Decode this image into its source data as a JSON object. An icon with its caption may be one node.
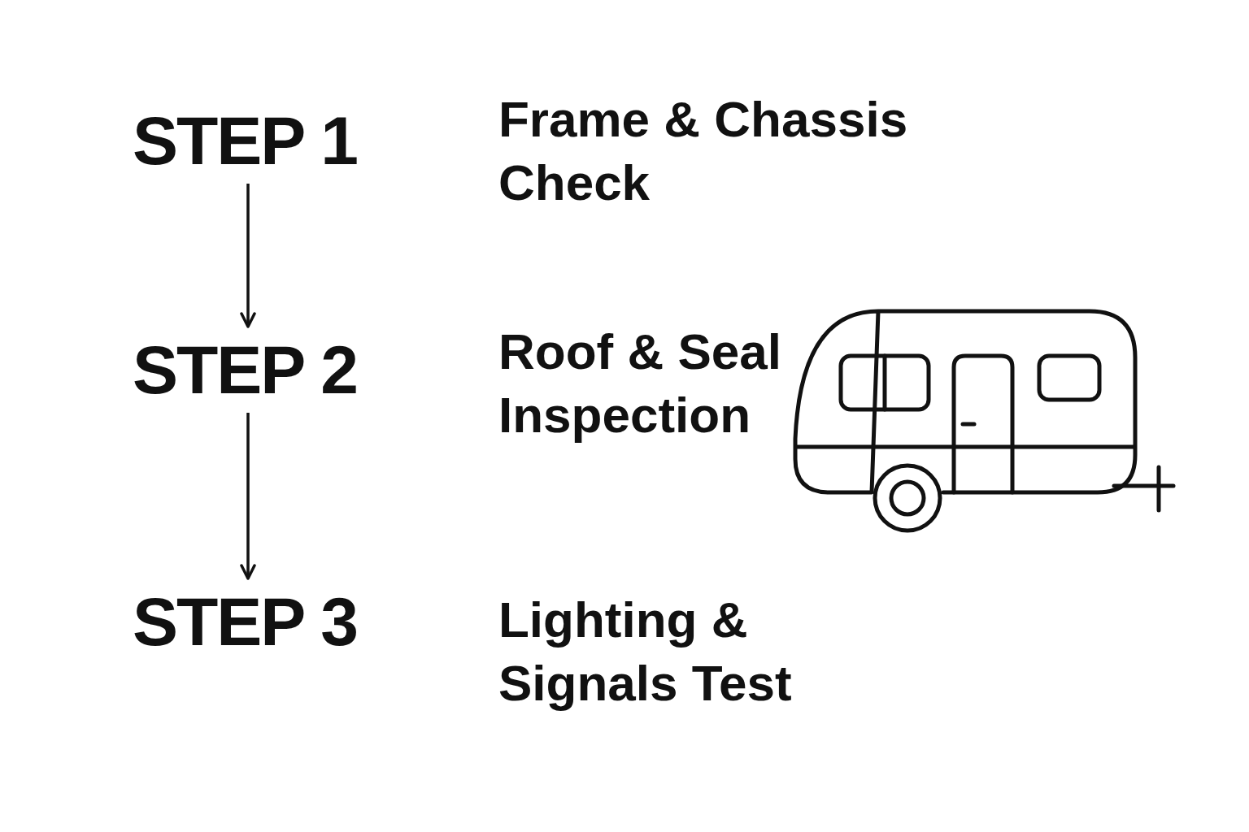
{
  "diagram": {
    "nodes": [
      {
        "text": [
          "STEP 1"
        ],
        "beside": [
          "Frame & Chassis Check"
        ]
      },
      {
        "text": [
          "STEP 2"
        ],
        "beside": [
          "Roof & Seal Inspection"
        ]
      },
      {
        "text": [
          "STEP 3"
        ],
        "beside": [
          "Lighting & Signals Test"
        ]
      }
    ],
    "edges": [
      {
        "from": 0,
        "to": 1,
        "arrow": "to"
      },
      {
        "from": 1,
        "to": 2,
        "arrow": "to"
      }
    ]
  }
}
